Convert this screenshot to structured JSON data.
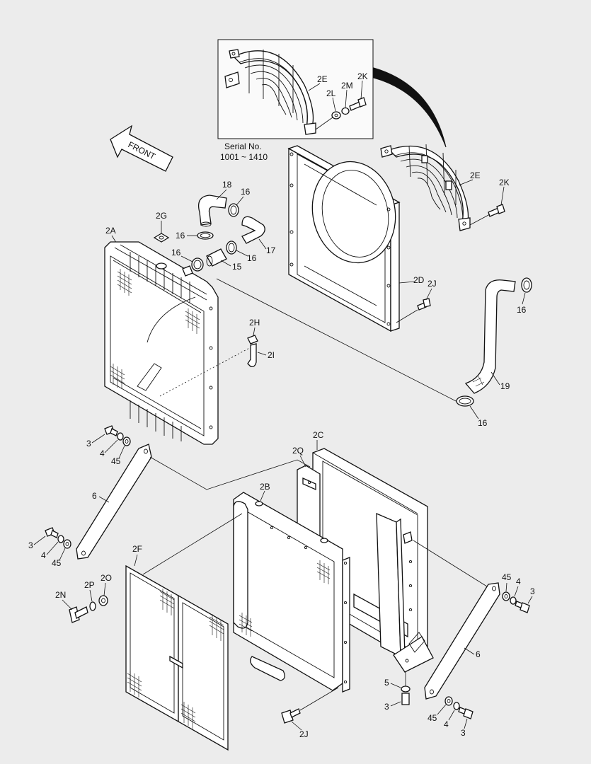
{
  "inset": {
    "serial_label": "Serial No.",
    "serial_range": "1001 ~ 1410"
  },
  "front_arrow": {
    "label": "FRONT"
  },
  "callouts": {
    "c2E_inset": "2E",
    "c2L": "2L",
    "c2M": "2M",
    "c2K_inset": "2K",
    "c2E": "2E",
    "c2K": "2K",
    "c18": "18",
    "c16_a": "16",
    "c2G": "2G",
    "c16_b": "16",
    "c17": "17",
    "c2A": "2A",
    "c16_c": "16",
    "c15": "15",
    "c16_d": "16",
    "c2D": "2D",
    "c2J_top": "2J",
    "c16_e": "16",
    "c19": "19",
    "c16_f": "16",
    "c2H": "2H",
    "c2I": "2I",
    "c3_a": "3",
    "c4_a": "4",
    "c45_a": "45",
    "c6_a": "6",
    "c2C": "2C",
    "c2Q": "2Q",
    "c2B": "2B",
    "c3_b": "3",
    "c4_b": "4",
    "c45_b": "45",
    "c2F": "2F",
    "c2P": "2P",
    "c2O": "2O",
    "c2N": "2N",
    "c45_c": "45",
    "c4_c": "4",
    "c3_c": "3",
    "c6_b": "6",
    "c5": "5",
    "c3_d": "3",
    "c45_d": "45",
    "c4_d": "4",
    "c3_e": "3",
    "c2J_bottom": "2J"
  }
}
